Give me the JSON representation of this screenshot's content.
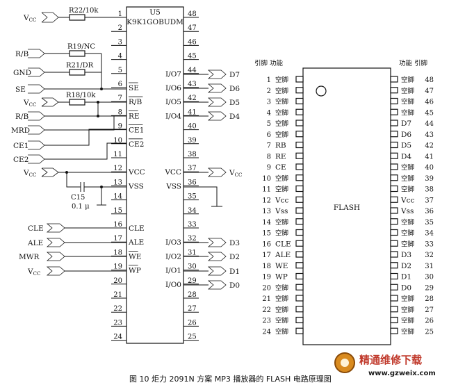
{
  "left_chip": {
    "ref": "U5",
    "part": "K9K1GOBUDM",
    "left_pins": [
      {
        "n": "1",
        "label": ""
      },
      {
        "n": "2",
        "label": ""
      },
      {
        "n": "3",
        "label": ""
      },
      {
        "n": "4",
        "label": ""
      },
      {
        "n": "5",
        "label": ""
      },
      {
        "n": "6",
        "label": "SE",
        "bar": true
      },
      {
        "n": "7",
        "label": "R/B",
        "bar": true
      },
      {
        "n": "8",
        "label": "RE",
        "bar": true
      },
      {
        "n": "9",
        "label": "CE1",
        "bar": true
      },
      {
        "n": "10",
        "label": "CE2",
        "bar": true
      },
      {
        "n": "11",
        "label": ""
      },
      {
        "n": "12",
        "label": "VCC"
      },
      {
        "n": "13",
        "label": "VSS"
      },
      {
        "n": "14",
        "label": ""
      },
      {
        "n": "15",
        "label": ""
      },
      {
        "n": "16",
        "label": "CLE"
      },
      {
        "n": "17",
        "label": "ALE"
      },
      {
        "n": "18",
        "label": "WE",
        "bar": true
      },
      {
        "n": "19",
        "label": "WP",
        "bar": true
      },
      {
        "n": "20",
        "label": ""
      },
      {
        "n": "21",
        "label": ""
      },
      {
        "n": "22",
        "label": ""
      },
      {
        "n": "23",
        "label": ""
      },
      {
        "n": "24",
        "label": ""
      }
    ],
    "right_pins": [
      {
        "n": "48",
        "label": ""
      },
      {
        "n": "47",
        "label": ""
      },
      {
        "n": "46",
        "label": ""
      },
      {
        "n": "45",
        "label": ""
      },
      {
        "n": "44",
        "label": "I/O7"
      },
      {
        "n": "43",
        "label": "I/O6"
      },
      {
        "n": "42",
        "label": "I/O5"
      },
      {
        "n": "41",
        "label": "I/O4"
      },
      {
        "n": "40",
        "label": ""
      },
      {
        "n": "39",
        "label": ""
      },
      {
        "n": "38",
        "label": ""
      },
      {
        "n": "37",
        "label": "VCC"
      },
      {
        "n": "36",
        "label": "VSS"
      },
      {
        "n": "35",
        "label": ""
      },
      {
        "n": "34",
        "label": ""
      },
      {
        "n": "33",
        "label": ""
      },
      {
        "n": "32",
        "label": "I/O3"
      },
      {
        "n": "31",
        "label": "I/O2"
      },
      {
        "n": "30",
        "label": "I/O1"
      },
      {
        "n": "29",
        "label": "I/O0"
      },
      {
        "n": "28",
        "label": ""
      },
      {
        "n": "27",
        "label": ""
      },
      {
        "n": "26",
        "label": ""
      },
      {
        "n": "25",
        "label": ""
      }
    ],
    "left_signals": {
      "vcc1": "V",
      "vcc_sub": "CC",
      "rb1": "R/B",
      "gnd": "GND",
      "se": "SE",
      "vcc2": "V",
      "rb2": "R/B",
      "mrd": "MRD",
      "ce1": "CE1",
      "ce2": "CE2",
      "vcc3": "V",
      "cle": "CLE",
      "ale": "ALE",
      "mwr": "MWR",
      "vcc4": "V"
    },
    "right_signals": {
      "d7": "D7",
      "d6": "D6",
      "d5": "D5",
      "d4": "D4",
      "vcc": "V",
      "vcc_sub": "CC",
      "d3": "D3",
      "d2": "D2",
      "d1": "D1",
      "d0": "D0"
    },
    "components": {
      "r22": "R22/10k",
      "r19": "R19/NC",
      "r21": "R21/DR",
      "r18": "R18/10k",
      "c15": "C15",
      "c15_val": "0.1 μ"
    }
  },
  "flash": {
    "title": "FLASH",
    "header_left": "引脚  功能",
    "header_right": "功能  引脚",
    "left_pins": [
      {
        "n": "1",
        "f": "空脚"
      },
      {
        "n": "2",
        "f": "空脚"
      },
      {
        "n": "3",
        "f": "空脚"
      },
      {
        "n": "4",
        "f": "空脚"
      },
      {
        "n": "5",
        "f": "空脚"
      },
      {
        "n": "6",
        "f": "空脚"
      },
      {
        "n": "7",
        "f": "RB"
      },
      {
        "n": "8",
        "f": "RE"
      },
      {
        "n": "9",
        "f": "CE"
      },
      {
        "n": "10",
        "f": "空脚"
      },
      {
        "n": "11",
        "f": "空脚"
      },
      {
        "n": "12",
        "f": "Vcc"
      },
      {
        "n": "13",
        "f": "Vss"
      },
      {
        "n": "14",
        "f": "空脚"
      },
      {
        "n": "15",
        "f": "空脚"
      },
      {
        "n": "16",
        "f": "CLE"
      },
      {
        "n": "17",
        "f": "ALE"
      },
      {
        "n": "18",
        "f": "WE"
      },
      {
        "n": "19",
        "f": "WP"
      },
      {
        "n": "20",
        "f": "空脚"
      },
      {
        "n": "21",
        "f": "空脚"
      },
      {
        "n": "22",
        "f": "空脚"
      },
      {
        "n": "23",
        "f": "空脚"
      },
      {
        "n": "24",
        "f": "空脚"
      }
    ],
    "right_pins": [
      {
        "n": "48",
        "f": "空脚"
      },
      {
        "n": "47",
        "f": "空脚"
      },
      {
        "n": "46",
        "f": "空脚"
      },
      {
        "n": "45",
        "f": "空脚"
      },
      {
        "n": "44",
        "f": "D7"
      },
      {
        "n": "43",
        "f": "D6"
      },
      {
        "n": "42",
        "f": "D5"
      },
      {
        "n": "41",
        "f": "D4"
      },
      {
        "n": "40",
        "f": "空脚"
      },
      {
        "n": "39",
        "f": "空脚"
      },
      {
        "n": "38",
        "f": "空脚"
      },
      {
        "n": "37",
        "f": "Vcc"
      },
      {
        "n": "36",
        "f": "Vss"
      },
      {
        "n": "35",
        "f": "空脚"
      },
      {
        "n": "34",
        "f": "空脚"
      },
      {
        "n": "33",
        "f": "空脚"
      },
      {
        "n": "32",
        "f": "D3"
      },
      {
        "n": "31",
        "f": "D2"
      },
      {
        "n": "30",
        "f": "D1"
      },
      {
        "n": "29",
        "f": "D0"
      },
      {
        "n": "28",
        "f": "空脚"
      },
      {
        "n": "27",
        "f": "空脚"
      },
      {
        "n": "26",
        "f": "空脚"
      },
      {
        "n": "25",
        "f": "空脚"
      }
    ]
  },
  "caption": "图 10  炬力 2091N 方案 MP3 播放器的 FLASH 电路原理图",
  "watermark": {
    "text": "精通维修下载",
    "url": "www.gzweix.com"
  }
}
